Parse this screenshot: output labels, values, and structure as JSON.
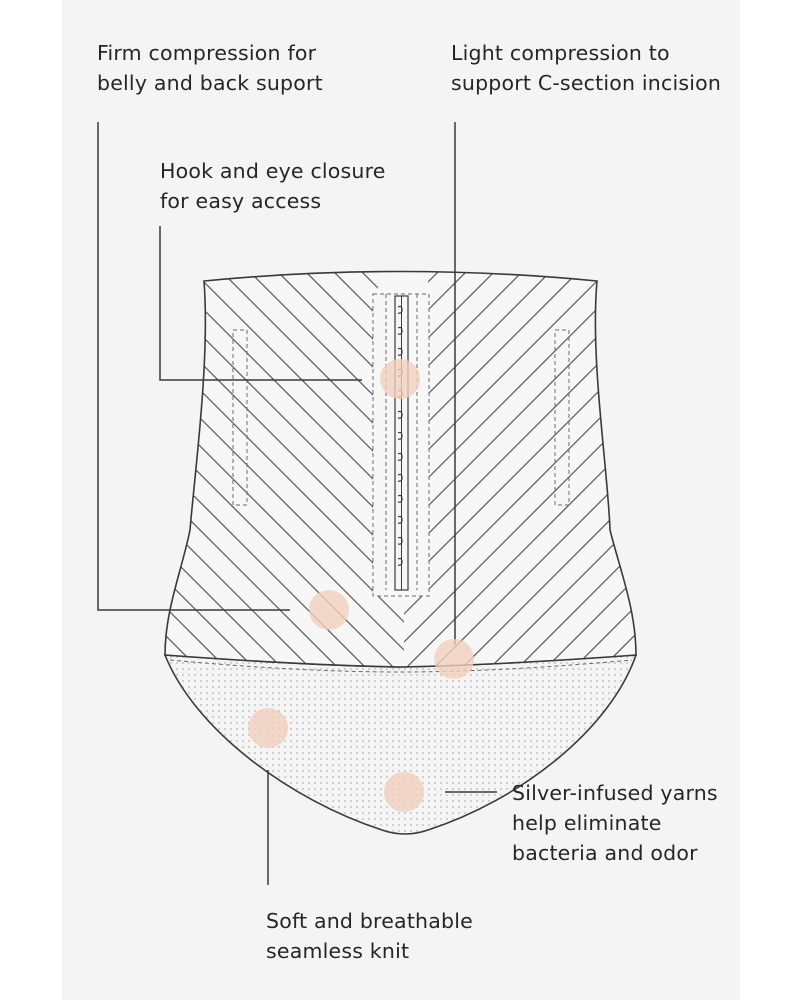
{
  "colors": {
    "panel_background": "#f4f4f4",
    "outline": "#3a3a3a",
    "highlight_dot": "#f1cfbe"
  },
  "annotations": {
    "firm_compression": {
      "line1": "Firm compression for",
      "line2": "belly and back suport"
    },
    "light_compression": {
      "line1": "Light compression to",
      "line2": "support C-section incision"
    },
    "hook_eye": {
      "line1": "Hook and eye closure",
      "line2": "for easy access"
    },
    "silver_yarns": {
      "line1": "Silver-infused yarns",
      "line2": "help eliminate",
      "line3": "bacteria and odor"
    },
    "soft_knit": {
      "line1": "Soft and breathable",
      "line2": "seamless knit"
    }
  }
}
